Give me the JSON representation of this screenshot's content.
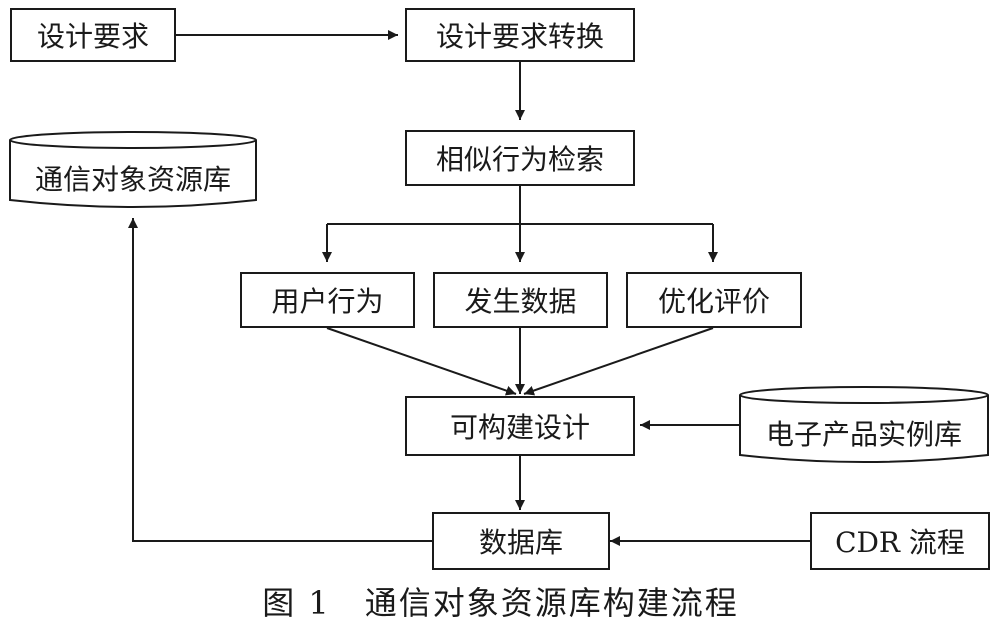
{
  "nodes": {
    "design_requirements": "设计要求",
    "requirement_conversion": "设计要求转换",
    "similar_behavior_search": "相似行为检索",
    "user_behavior": "用户行为",
    "occurrence_data": "发生数据",
    "optimization_evaluation": "优化评价",
    "constructible_design": "可构建设计",
    "database": "数据库",
    "cdr_process": "CDR 流程",
    "comm_object_library": "通信对象资源库",
    "electronic_product_library": "电子产品实例库"
  },
  "caption": "图 1　通信对象资源库构建流程"
}
